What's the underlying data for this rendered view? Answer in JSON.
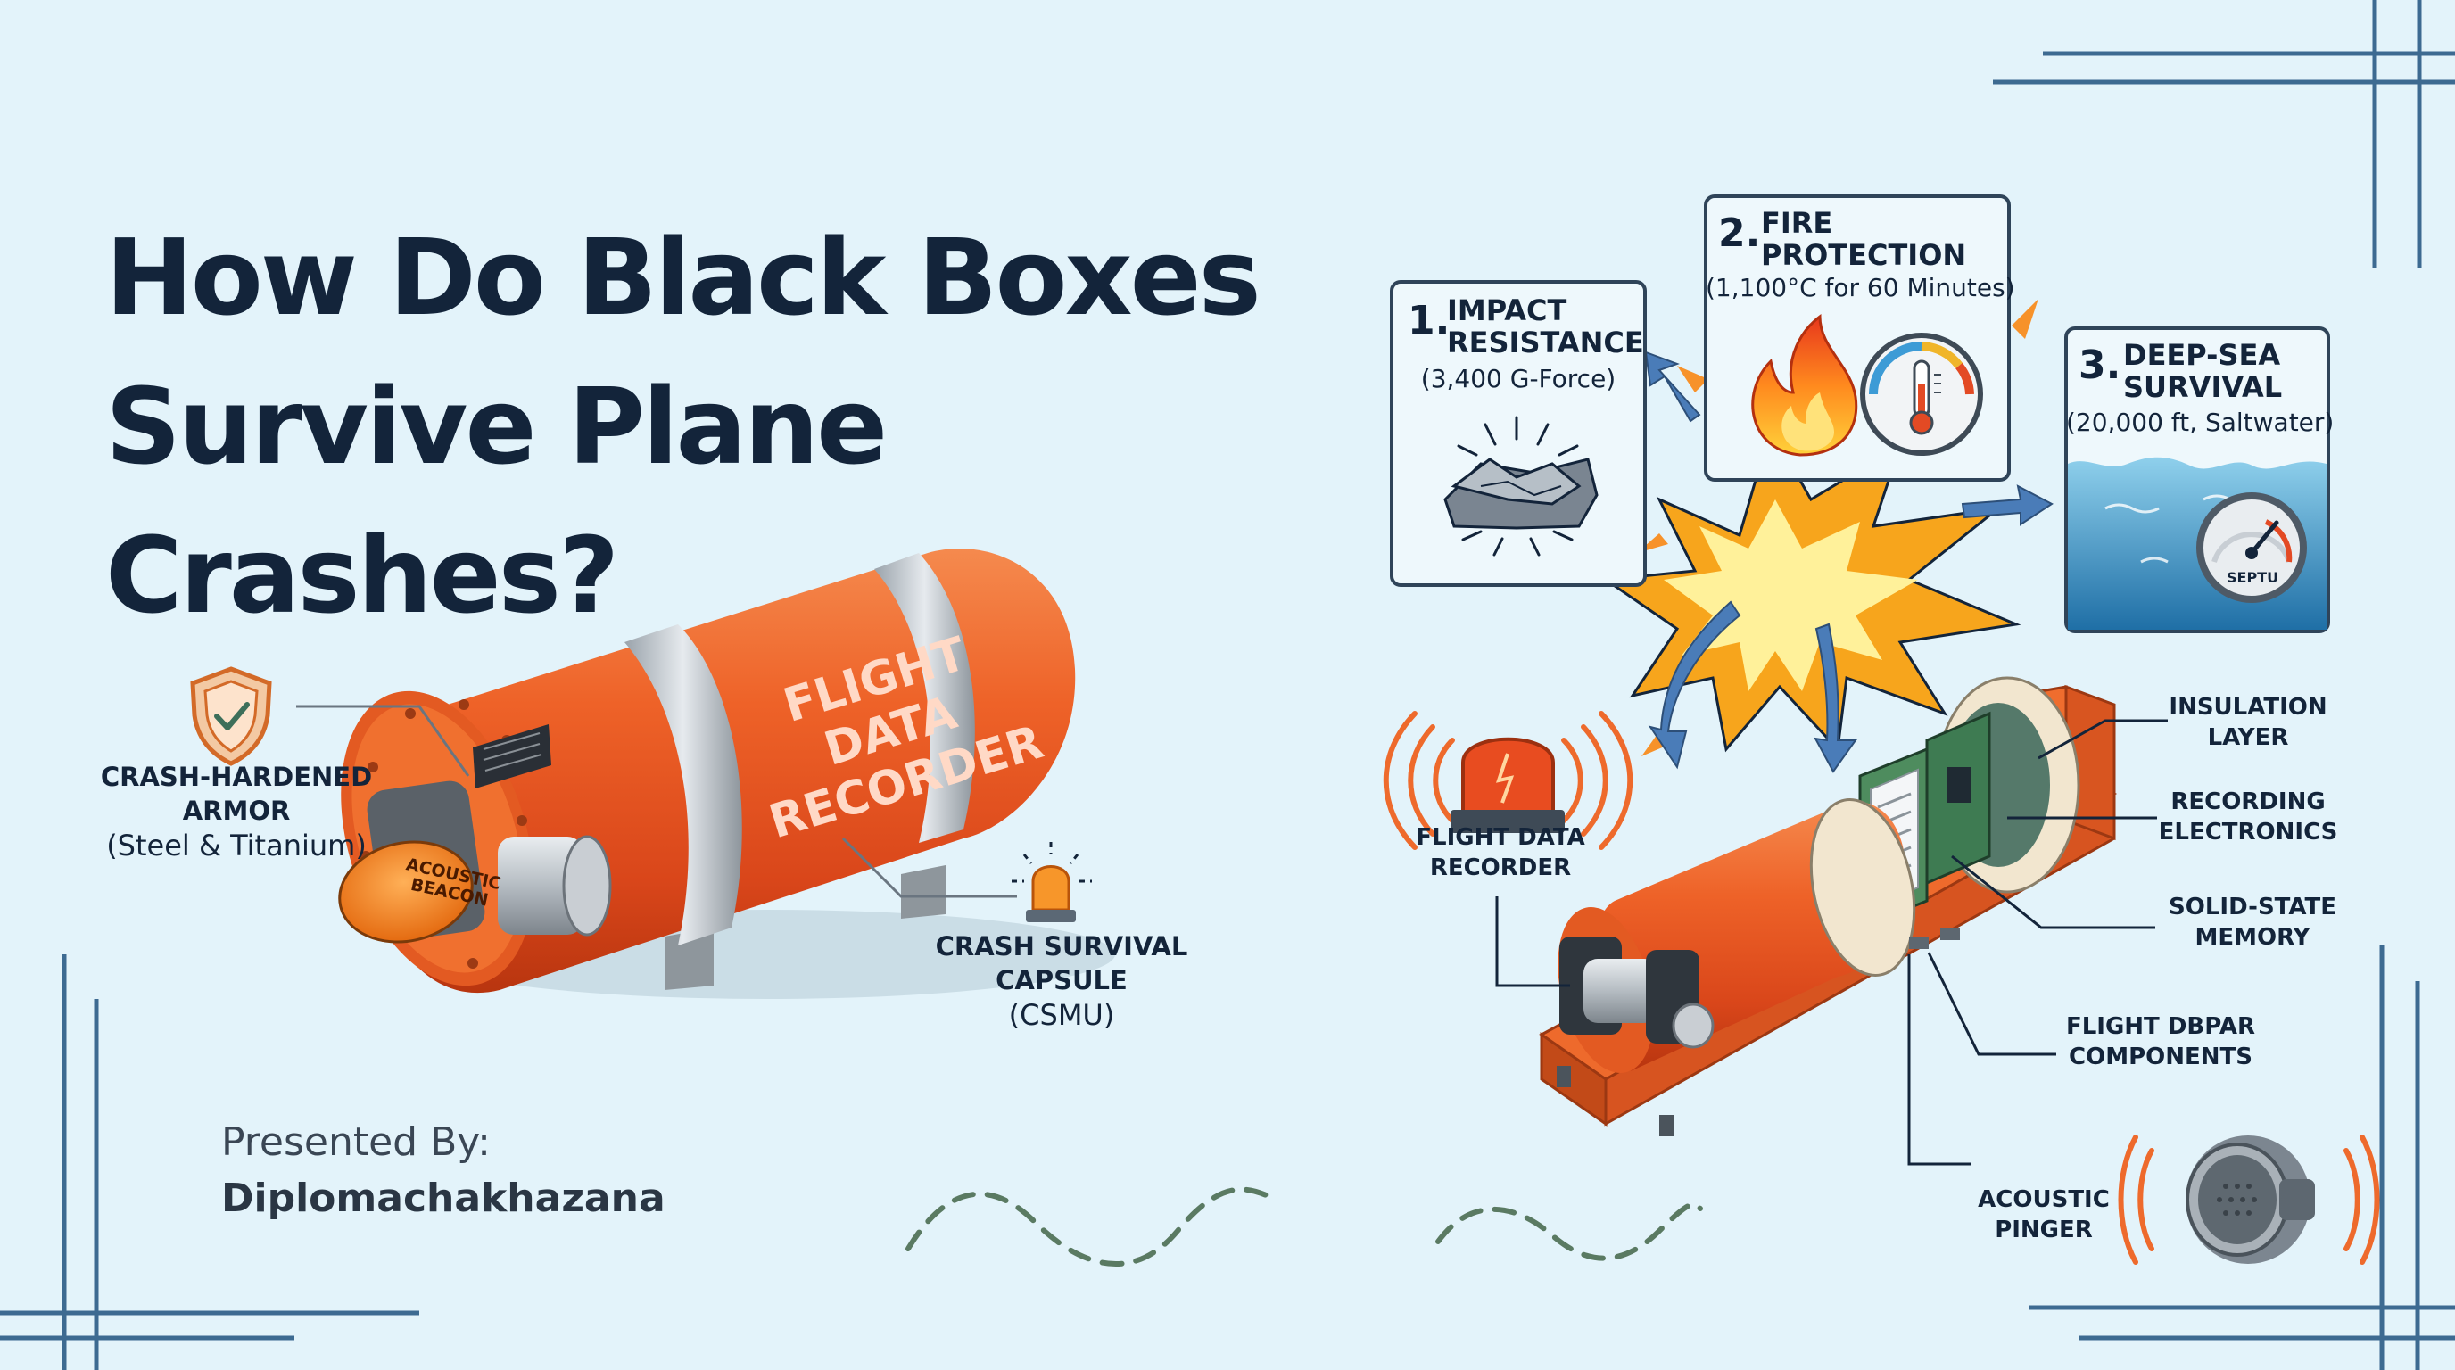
{
  "title": {
    "line1": "How Do Black Boxes",
    "line2": "Survive Plane",
    "line3": "Crashes?"
  },
  "left_diagram": {
    "drum_label_1": "FLIGHT",
    "drum_label_2": "DATA",
    "drum_label_3": "RECORDER",
    "beacon_label_1": "ACOUSTIC",
    "beacon_label_2": "BEACON",
    "armor_label_1": "CRASH-HARDENED",
    "armor_label_2": "ARMOR",
    "armor_sub": "(Steel & Titanium)",
    "capsule_label_1": "CRASH SURVIVAL",
    "capsule_label_2": "CAPSULE",
    "capsule_sub": "(CSMU)"
  },
  "presented": {
    "label": "Presented By:",
    "name": "Diplomachakhazana"
  },
  "boxes": {
    "impact": {
      "num": "1.",
      "head_1": "IMPACT",
      "head_2": "RESISTANCE",
      "sub": "(3,400 G-Force)"
    },
    "fire": {
      "num": "2.",
      "head_1": "FIRE",
      "head_2": "PROTECTION",
      "sub": "(1,100°C for 60 Minutes)"
    },
    "sea": {
      "num": "3.",
      "head_1": "DEEP-SEA",
      "head_2": "SURVIVAL",
      "sub": "(20,000 ft, Saltwater)",
      "gauge_text": "SEPTU"
    }
  },
  "right_diagram": {
    "fdr_label_1": "FLIGHT DATA",
    "fdr_label_2": "RECORDER",
    "insulation_1": "INSULATION",
    "insulation_2": "LAYER",
    "electronics_1": "RECORDING",
    "electronics_2": "ELECTRONICS",
    "memory_1": "SOLID-STATE",
    "memory_2": "MEMORY",
    "components_1": "FLIGHT DBPAR",
    "components_2": "COMPONENTS",
    "pinger_1": "ACOUSTIC",
    "pinger_2": "PINGER"
  },
  "colors": {
    "background": "#e3f3fa",
    "navy": "#13243a",
    "orange": "#e8521c",
    "frame_blue": "#3d6a91",
    "dash_green": "#5a7a62"
  }
}
